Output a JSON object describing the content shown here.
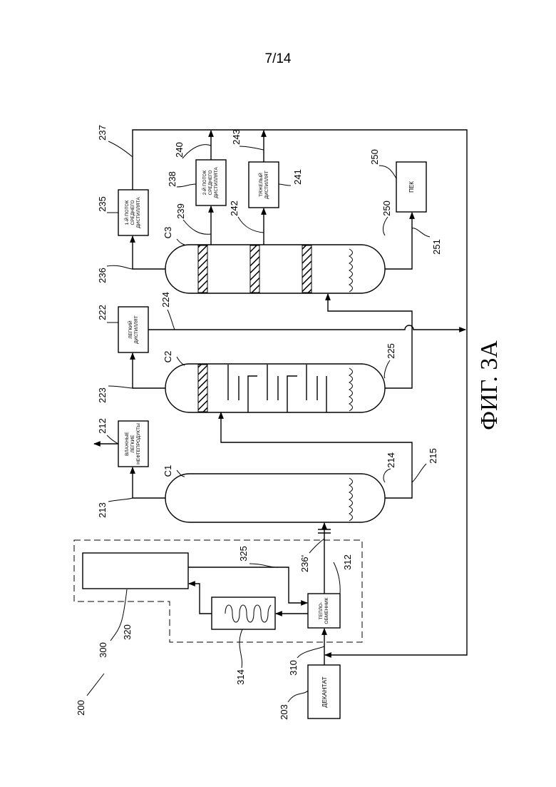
{
  "page_number": "7/14",
  "figure_caption": "ФИГ. 3А",
  "boxes": {
    "decantate": "ДЕКАНТАТ",
    "heat_exchanger": [
      "ТЕПЛО-",
      "ОБМЕННИК"
    ],
    "wet_light_products": [
      "ВЛАЖНЫЕ",
      "ЛЕГКИЕ",
      "НЕФТЕПРОДУКТЫ"
    ],
    "light_distillate": [
      "ЛЕГКИЙ",
      "ДИСТИЛЛЯТ"
    ],
    "middle_distillate_1": [
      "1-Й ПОТОК",
      "СРЕДНЕГО",
      "ДИСТИЛЛЯТА"
    ],
    "middle_distillate_2": [
      "2-Й ПОТОК",
      "СРЕДНЕГО",
      "ДИСТИЛЛЯТА"
    ],
    "heavy_distillate": [
      "ТЯЖЕЛЫЙ",
      "ДИСТИЛЛЯТ"
    ],
    "pitch": "ПЕК"
  },
  "columns": {
    "c1": "C1",
    "c2": "C2",
    "c3": "C3"
  },
  "refs": {
    "r200": "200",
    "r203": "203",
    "r300": "300",
    "r320": "320",
    "r314": "314",
    "r310": "310",
    "r312": "312",
    "r325": "325",
    "r236p": "236'",
    "r213": "213",
    "r212": "212",
    "r214": "214",
    "r215": "215",
    "r223": "223",
    "r222": "222",
    "r224": "224",
    "r225": "225",
    "r236": "236",
    "r235": "235",
    "r237": "237",
    "r239": "239",
    "r238": "238",
    "r240": "240",
    "r242": "242",
    "r241": "241",
    "r243": "243",
    "r250a": "250",
    "r250b": "250",
    "r251": "251"
  }
}
